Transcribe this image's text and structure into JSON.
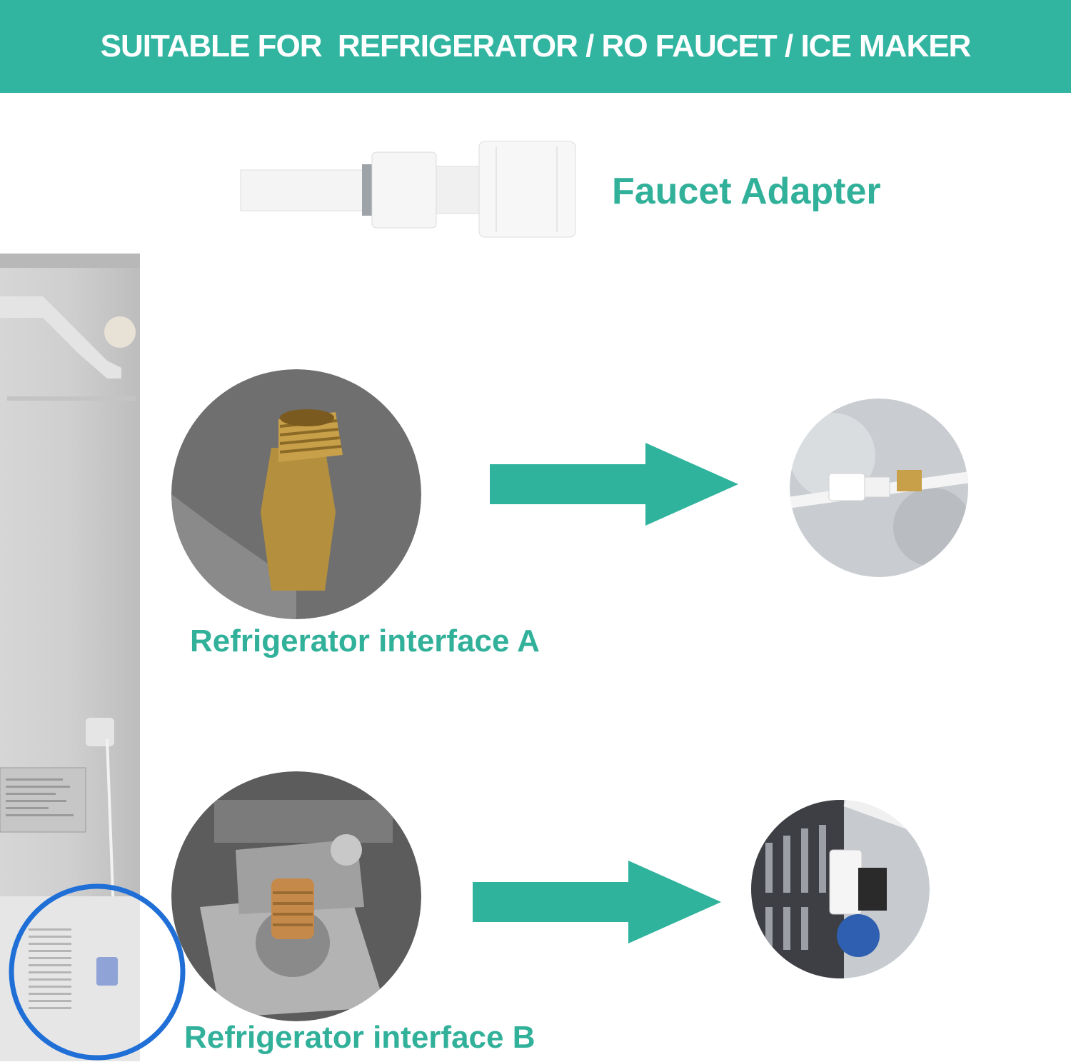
{
  "header": {
    "title": "SUITABLE FOR  REFRIGERATOR / RO FAUCET / ICE MAKER"
  },
  "labels": {
    "faucet_adapter": "Faucet Adapter",
    "interface_a": "Refrigerator interface A",
    "interface_b": "Refrigerator interface B"
  },
  "colors": {
    "brand_teal": "#31b5a0",
    "label_teal": "#31b09a",
    "highlight_ring": "#1f6fd6",
    "brass": "#c9a04a"
  },
  "images": {
    "fridge": "refrigerator-back-photo",
    "adapter": "faucet-adapter-photo",
    "interface_a_closeup": "brass-fitting-photo",
    "interface_a_result": "connected-adapter-photo",
    "interface_b_closeup": "valve-fitting-photo",
    "interface_b_result": "ice-maker-valve-photo"
  }
}
